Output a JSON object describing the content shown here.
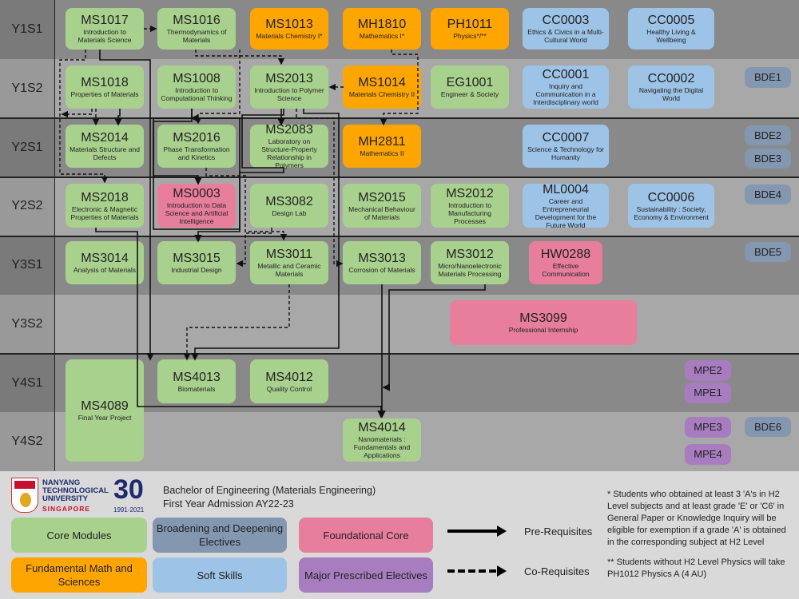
{
  "semesters": [
    "Y1S1",
    "Y1S2",
    "Y2S1",
    "Y2S2",
    "Y3S1",
    "Y3S2",
    "Y4S1",
    "Y4S2"
  ],
  "modules": [
    {
      "code": "MS1017",
      "title": "Introduction to Materials Science",
      "category": "core"
    },
    {
      "code": "MS1016",
      "title": "Thermodynamics of Materials",
      "category": "core"
    },
    {
      "code": "MS1013",
      "title": "Materials Chemistry I*",
      "category": "math"
    },
    {
      "code": "MH1810",
      "title": "Mathematics I*",
      "category": "math"
    },
    {
      "code": "PH1011",
      "title": "Physics*/**",
      "category": "math"
    },
    {
      "code": "CC0003",
      "title": "Ethics & Civics in a Multi-Cultural World",
      "category": "soft"
    },
    {
      "code": "CC0005",
      "title": "Healthy Living & Wellbeing",
      "category": "soft"
    },
    {
      "code": "MS1018",
      "title": "Properties of Materials",
      "category": "core"
    },
    {
      "code": "MS1008",
      "title": "Introduction to Computational Thinking",
      "category": "core"
    },
    {
      "code": "MS2013",
      "title": "Introduction to Polymer Science",
      "category": "core"
    },
    {
      "code": "MS1014",
      "title": "Materials Chemistry II",
      "category": "math"
    },
    {
      "code": "EG1001",
      "title": "Engineer & Society",
      "category": "core"
    },
    {
      "code": "CC0001",
      "title": "Inquiry and Communication in a Interdisciplinary world",
      "category": "soft"
    },
    {
      "code": "CC0002",
      "title": "Navigating the Digital World",
      "category": "soft"
    },
    {
      "code": "MS2014",
      "title": "Materials Structure and Defects",
      "category": "core"
    },
    {
      "code": "MS2016",
      "title": "Phase Transformation and Kinetics",
      "category": "core"
    },
    {
      "code": "MS2083",
      "title": "Laboratory on Structure-Property Relationship in Polymers",
      "category": "core"
    },
    {
      "code": "MH2811",
      "title": "Mathematics II",
      "category": "math"
    },
    {
      "code": "CC0007",
      "title": "Science & Technology for Humanity",
      "category": "soft"
    },
    {
      "code": "MS2018",
      "title": "Electronic & Magnetic Properties of Materials",
      "category": "core"
    },
    {
      "code": "MS0003",
      "title": "Introduction to Data Science and Artificial Intelligence",
      "category": "found"
    },
    {
      "code": "MS3082",
      "title": "Design Lab",
      "category": "core"
    },
    {
      "code": "MS2015",
      "title": "Mechanical Behaviour of Materials",
      "category": "core"
    },
    {
      "code": "MS2012",
      "title": "Introduction to Manufacturing Processes",
      "category": "core"
    },
    {
      "code": "ML0004",
      "title": "Career and Entrepreneurial Development for the Future World",
      "category": "soft"
    },
    {
      "code": "CC0006",
      "title": "Sustainability : Society, Economy & Environment",
      "category": "soft"
    },
    {
      "code": "MS3014",
      "title": "Analysis of Materials",
      "category": "core"
    },
    {
      "code": "MS3015",
      "title": "Industrial Design",
      "category": "core"
    },
    {
      "code": "MS3011",
      "title": "Metallic and Ceramic Materials",
      "category": "core"
    },
    {
      "code": "MS3013",
      "title": "Corrosion of Materials",
      "category": "core"
    },
    {
      "code": "MS3012",
      "title": "Micro/Nanoelectronic Materials Processing",
      "category": "core"
    },
    {
      "code": "HW0288",
      "title": "Effective Communication",
      "category": "found"
    },
    {
      "code": "MS3099",
      "title": "Professional Internship",
      "category": "found"
    },
    {
      "code": "MS4089",
      "title": "Final Year Project",
      "category": "core"
    },
    {
      "code": "MS4013",
      "title": "Biomaterials",
      "category": "core"
    },
    {
      "code": "MS4012",
      "title": "Quality Control",
      "category": "core"
    },
    {
      "code": "MS4014",
      "title": "Nanomaterials : Fundamentals and Applications",
      "category": "core"
    },
    {
      "code": "BDE1",
      "title": "",
      "category": "bde"
    },
    {
      "code": "BDE2",
      "title": "",
      "category": "bde"
    },
    {
      "code": "BDE3",
      "title": "",
      "category": "bde"
    },
    {
      "code": "BDE4",
      "title": "",
      "category": "bde"
    },
    {
      "code": "BDE5",
      "title": "",
      "category": "bde"
    },
    {
      "code": "BDE6",
      "title": "",
      "category": "bde"
    },
    {
      "code": "MPE2",
      "title": "",
      "category": "mpe"
    },
    {
      "code": "MPE1",
      "title": "",
      "category": "mpe"
    },
    {
      "code": "MPE3",
      "title": "",
      "category": "mpe"
    },
    {
      "code": "MPE4",
      "title": "",
      "category": "mpe"
    }
  ],
  "footer": {
    "logo_text": [
      "NANYANG",
      "TECHNOLOGICAL",
      "UNIVERSITY",
      "SINGAPORE"
    ],
    "anniversary": "30",
    "anniversary_years": "1991-2021",
    "programme": "Bachelor of Engineering (Materials Engineering)",
    "admission": "First Year Admission AY22-23",
    "legend": {
      "core": "Core Modules",
      "bde": "Broadening and Deepening Electives",
      "found": "Foundational Core",
      "math": "Fundamental Math and Sciences",
      "soft": "Soft Skills",
      "mpe": "Major Prescribed Electives",
      "prereq": "Pre-Requisites",
      "coreq": "Co-Requisites"
    },
    "note1": "* Students who obtained at least 3 'A's in H2 Level subjects and at least grade 'E' or 'C6' in General Paper or Knowledge Inquiry will be eligible for exemption if a grade 'A' is obtained in the corresponding subject at H2 Level",
    "note2": "** Students without H2 Level Physics will take PH1012 Physics A (4 AU)"
  },
  "colors": {
    "core": "#a9d18e",
    "math": "#ffa500",
    "found": "#e77e9c",
    "soft": "#9dc3e6",
    "bde": "#8497b0",
    "mpe": "#a87dc0"
  }
}
